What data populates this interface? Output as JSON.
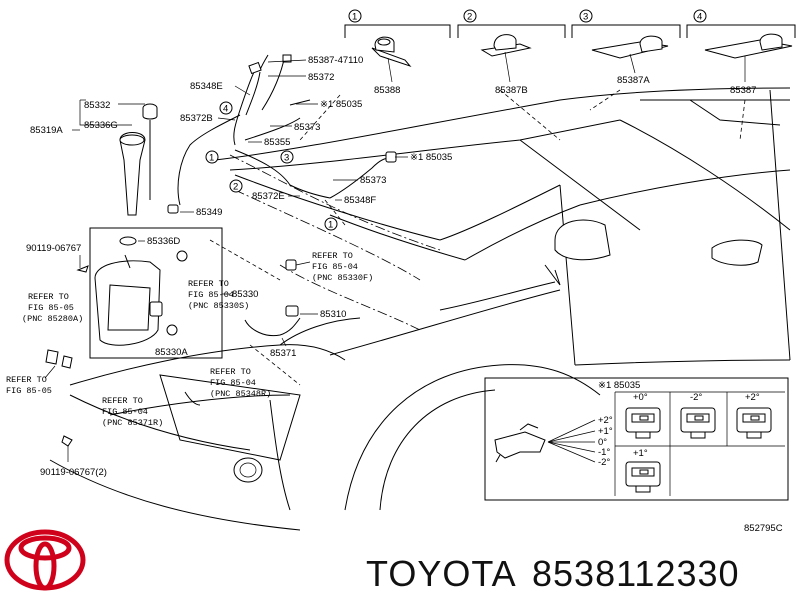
{
  "callouts": {
    "c1": "1",
    "c2": "2",
    "c3": "3",
    "c4": "4"
  },
  "top_parts": {
    "p1": "85388",
    "p2": "85387B",
    "p3": "85387A",
    "p4": "85387"
  },
  "labels": {
    "l85387_47110": "85387-47110",
    "l85372a": "85372",
    "l85348e": "85348E",
    "l85035a": "※1 85035",
    "l85372b": "85372B",
    "l85373a": "85373",
    "l85355": "85355",
    "l85035b": "※1 85035",
    "l85373b": "85373",
    "l85372c": "85372E",
    "l85348f": "85348F",
    "l85332": "85332",
    "l85336g": "85336G",
    "l85319a": "85319A",
    "l85349": "85349",
    "l85336d": "85336D",
    "l90119a": "90119-06767",
    "l85330": "85330",
    "l85330a": "85330A",
    "l85310": "85310",
    "l85371": "85371",
    "l90119b": "90119-06767(2)"
  },
  "refers": {
    "r1": [
      "REFER TO",
      "FIG 85-04",
      "(PNC 85330F)"
    ],
    "r2": [
      "REFER TO",
      "FIG 85-04",
      "(PNC 85330S)"
    ],
    "r3": [
      "REFER TO",
      "FIG 85-05",
      "(PNC 85280A)"
    ],
    "r4": [
      "REFER TO",
      "FIG 85-05"
    ],
    "r5": [
      "REFER TO",
      "FIG 85-04",
      "(PNC 85371R)"
    ],
    "r6": [
      "REFER TO",
      "FIG 85-04",
      "(PNC 85348R)"
    ]
  },
  "inset": {
    "title": "※1 85035",
    "angles": [
      "+0°",
      "-2°",
      "+2°",
      "+1°"
    ],
    "scale": [
      "+2°",
      "+1°",
      "0°",
      "-1°",
      "-2°"
    ]
  },
  "diagram_code": "852795C",
  "brand": {
    "name": "TOYOTA",
    "part_number": "8538112330",
    "logo_color": "#d0021b"
  }
}
